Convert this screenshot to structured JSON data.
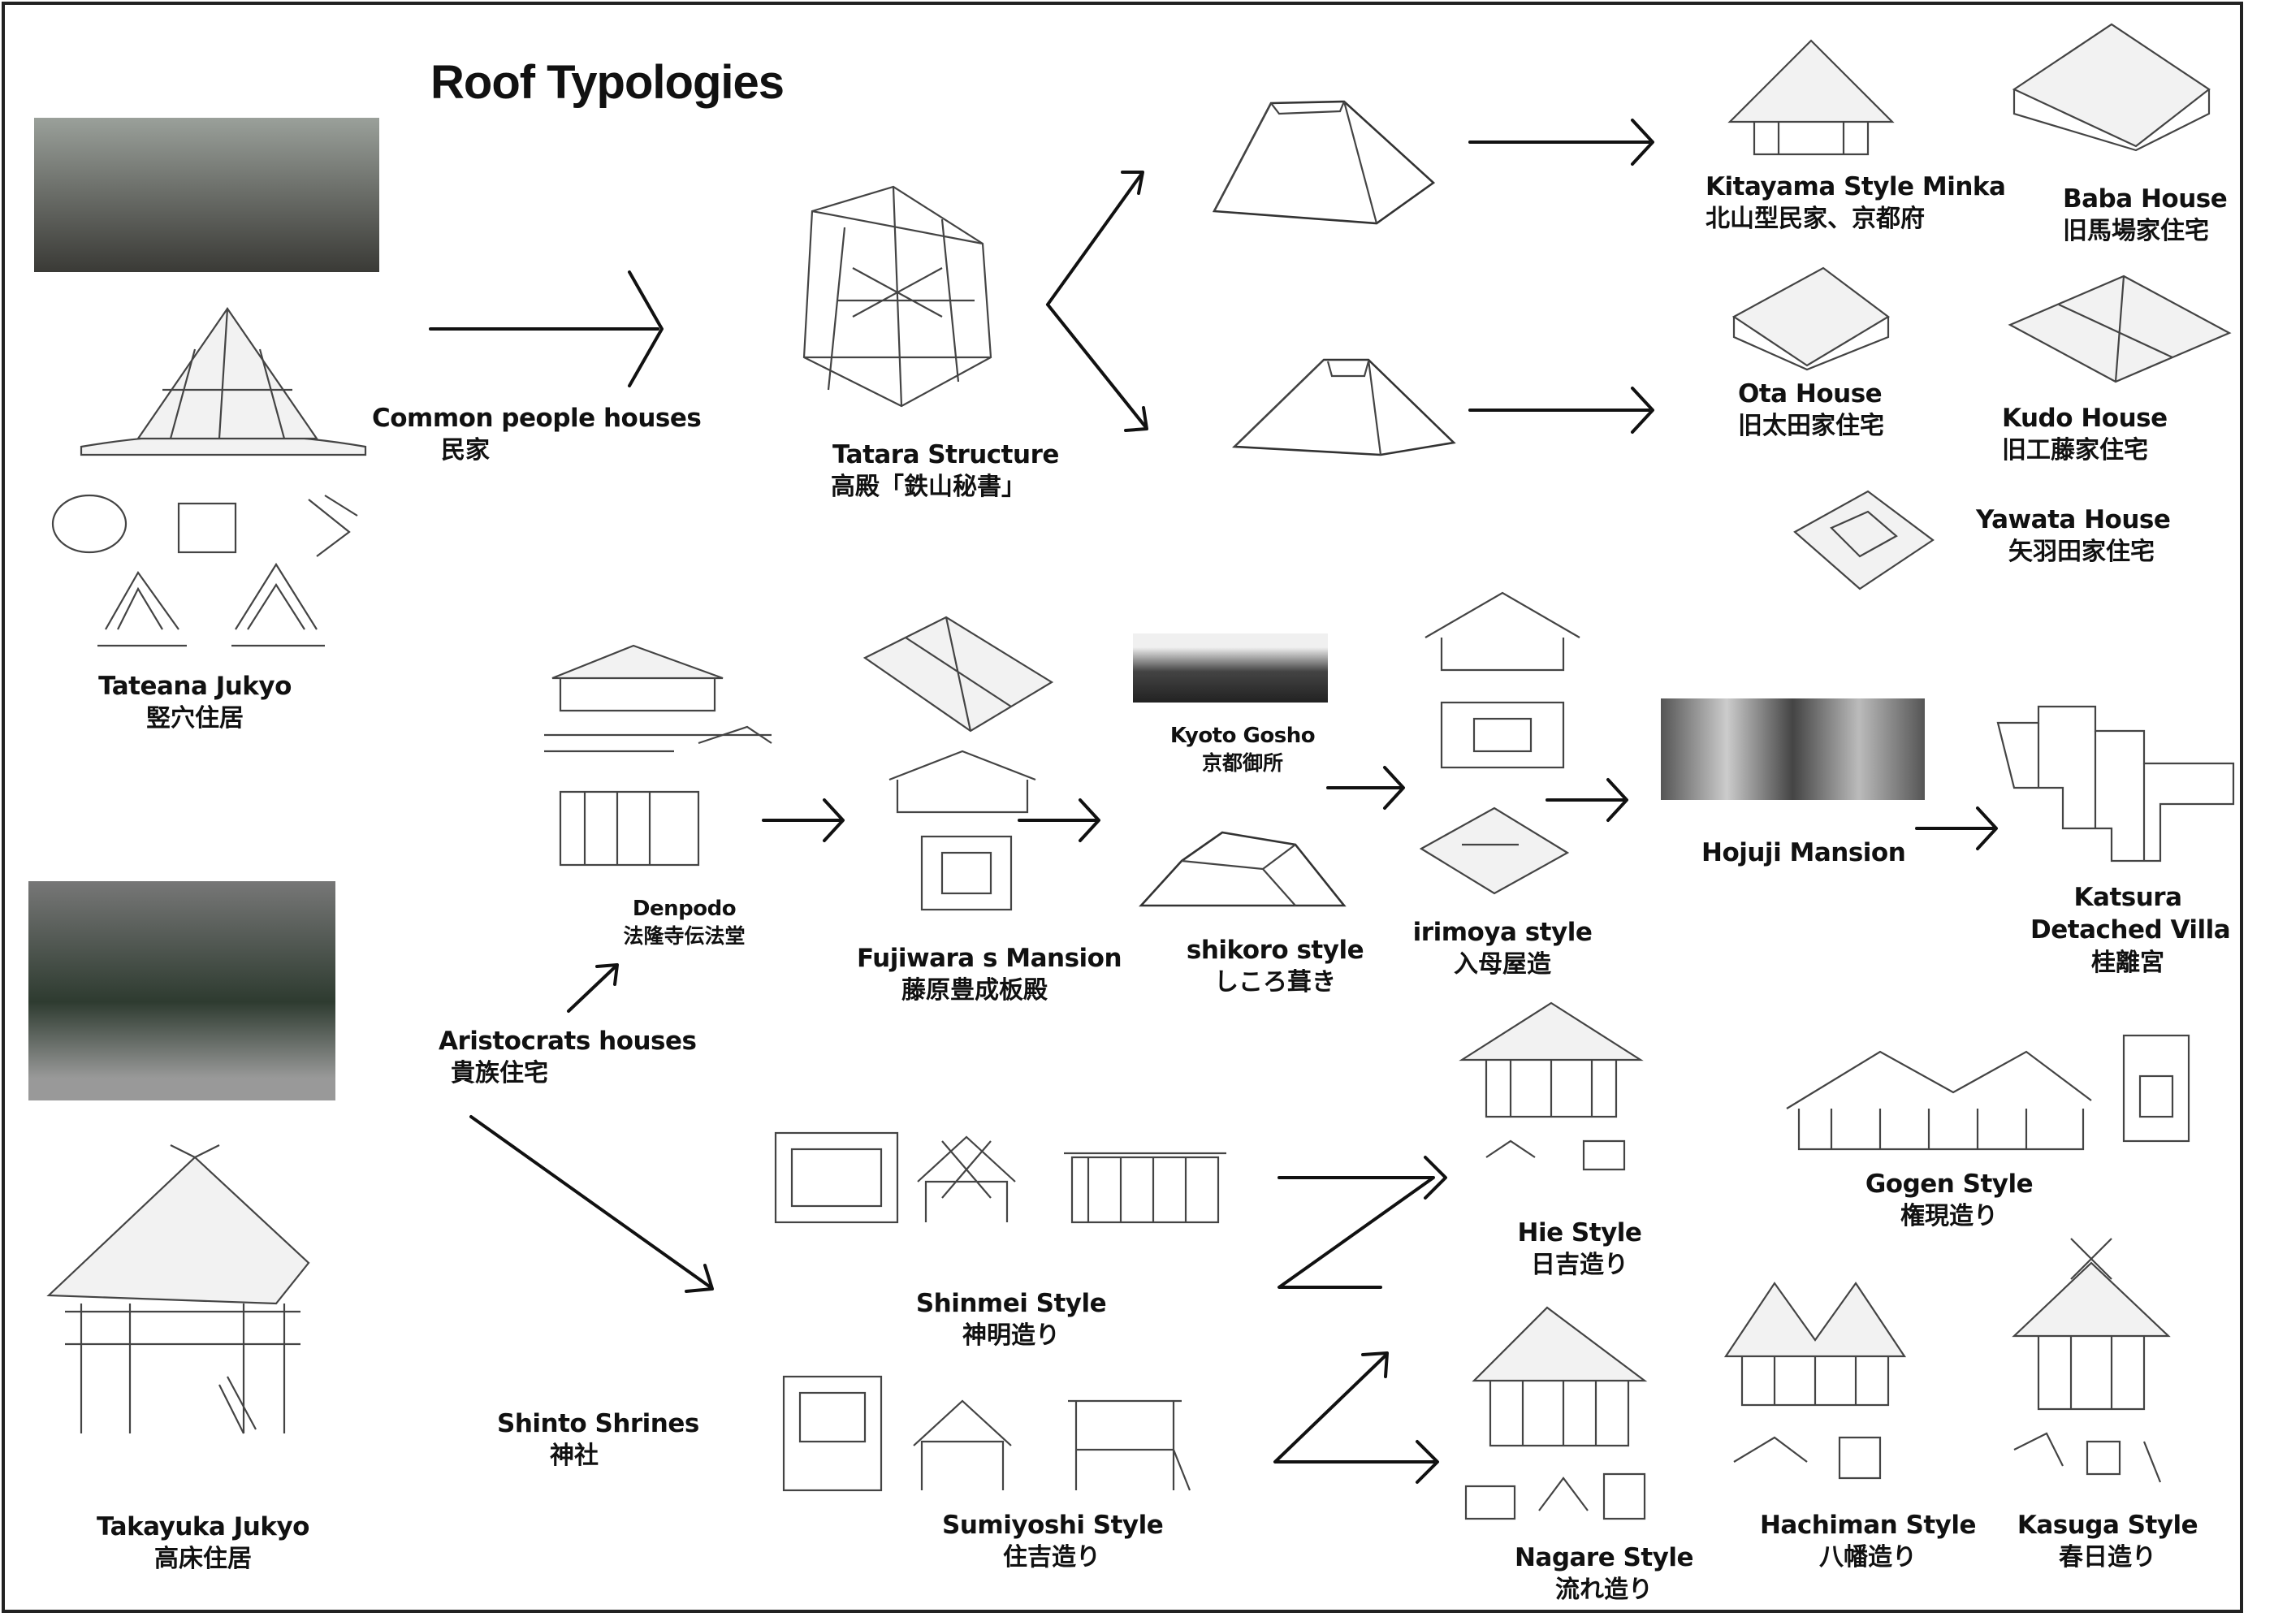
{
  "title": "Roof Typologies",
  "nodes": {
    "tateana": {
      "en": "Tateana Jukyo",
      "jp": "竪穴住居"
    },
    "takayuka": {
      "en": "Takayuka Jukyo",
      "jp": "高床住居"
    },
    "common": {
      "en": "Common people houses",
      "jp": "民家"
    },
    "aristocrats": {
      "en": "Aristocrats houses",
      "jp": "貴族住宅"
    },
    "shinto": {
      "en": "Shinto Shrines",
      "jp": "神社"
    },
    "tatara": {
      "en": "Tatara Structure",
      "jp": "高殿「鉄山秘書」"
    },
    "kitayama": {
      "en": "Kitayama Style Minka",
      "jp": "北山型民家、京都府"
    },
    "baba": {
      "en": "Baba House",
      "jp": "旧馬場家住宅"
    },
    "ota": {
      "en": "Ota House",
      "jp": "旧太田家住宅"
    },
    "kudo": {
      "en": "Kudo House",
      "jp": "旧工藤家住宅"
    },
    "yawata": {
      "en": "Yawata House",
      "jp": "矢羽田家住宅"
    },
    "denpodo": {
      "en": "Denpodo",
      "jp": "法隆寺伝法堂"
    },
    "fujiwara": {
      "en": "Fujiwara s Mansion",
      "jp": "藤原豊成板殿"
    },
    "kyotogosho": {
      "en": "Kyoto Gosho",
      "jp": "京都御所"
    },
    "shikoro": {
      "en": "shikoro style",
      "jp": "しころ葺き"
    },
    "irimoya": {
      "en": "irimoya style",
      "jp": "入母屋造"
    },
    "hojuji": {
      "en": "Hojuji Mansion",
      "jp": ""
    },
    "katsura": {
      "en": "Katsura",
      "en2": "Detached Villa",
      "jp": "桂離宮"
    },
    "shinmei": {
      "en": "Shinmei Style",
      "jp": "神明造り"
    },
    "sumiyoshi": {
      "en": "Sumiyoshi Style",
      "jp": "住吉造り"
    },
    "hie": {
      "en": "Hie Style",
      "jp": "日吉造り"
    },
    "gogen": {
      "en": "Gogen Style",
      "jp": "権現造り"
    },
    "nagare": {
      "en": "Nagare Style",
      "jp": "流れ造り"
    },
    "hachiman": {
      "en": "Hachiman Style",
      "jp": "八幡造り"
    },
    "kasuga": {
      "en": "Kasuga Style",
      "jp": "春日造り"
    }
  },
  "colors": {
    "line": "#111111",
    "background": "#ffffff",
    "sketch": "#444444"
  }
}
